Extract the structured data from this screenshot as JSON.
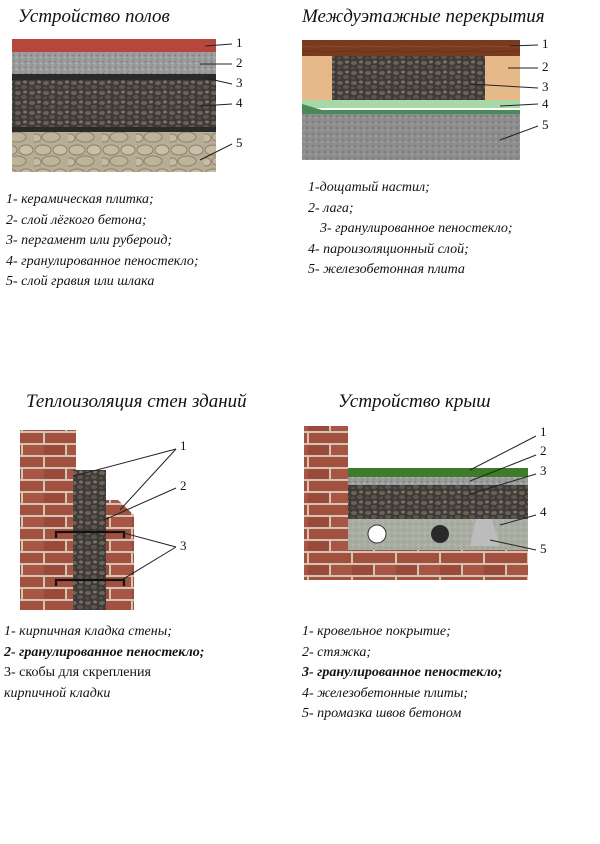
{
  "panels": [
    {
      "title": "Устройство полов",
      "legend": [
        "1- керамическая плитка;",
        "2- слой лёгкого бетона;",
        "3- пергамент или рубероид;",
        "4- гранулированное пеностекло;",
        "5- слой гравия или шлака"
      ],
      "numbers": [
        "1",
        "2",
        "3",
        "4",
        "5"
      ]
    },
    {
      "title": "Междуэтажные перекрытия",
      "legend": [
        "1-дощатый настил;",
        "2- лага;",
        "3- гранулированное пеностекло;",
        "4- пароизоляционный слой;",
        "5- железобетонная плита"
      ],
      "numbers": [
        "1",
        "2",
        "3",
        "4",
        "5"
      ]
    },
    {
      "title": "Теплоизоляция стен зданий",
      "legend": [
        "1- кирпичная кладка стены;",
        "2- гранулированное пеностекло;",
        "3- скобы для скрепления",
        "кирпичной кладки"
      ],
      "numbers": [
        "1",
        "2",
        "3"
      ]
    },
    {
      "title": "Устройство крыш",
      "legend": [
        "1- кровельное покрытие;",
        "2- стяжка;",
        "3- гранулированное пеностекло;",
        "4- железобетонные плиты;",
        "5- промазка швов бетоном"
      ],
      "numbers": [
        "1",
        "2",
        "3",
        "4",
        "5"
      ]
    }
  ],
  "colors": {
    "tile": "#b5473d",
    "light_concrete": "#9a9a9a",
    "roofing_felt": "#2a2a2a",
    "foam_glass": "#4f4a44",
    "gravel": "#b7ab93",
    "board": "#7a3a20",
    "joist": "#e8b988",
    "vapor_barrier": "#a8d8a8",
    "slab": "#8d8d8d",
    "brick": "#a3503f",
    "roof_cover": "#3d7a2a",
    "panel_grey": "#a9ada2"
  }
}
